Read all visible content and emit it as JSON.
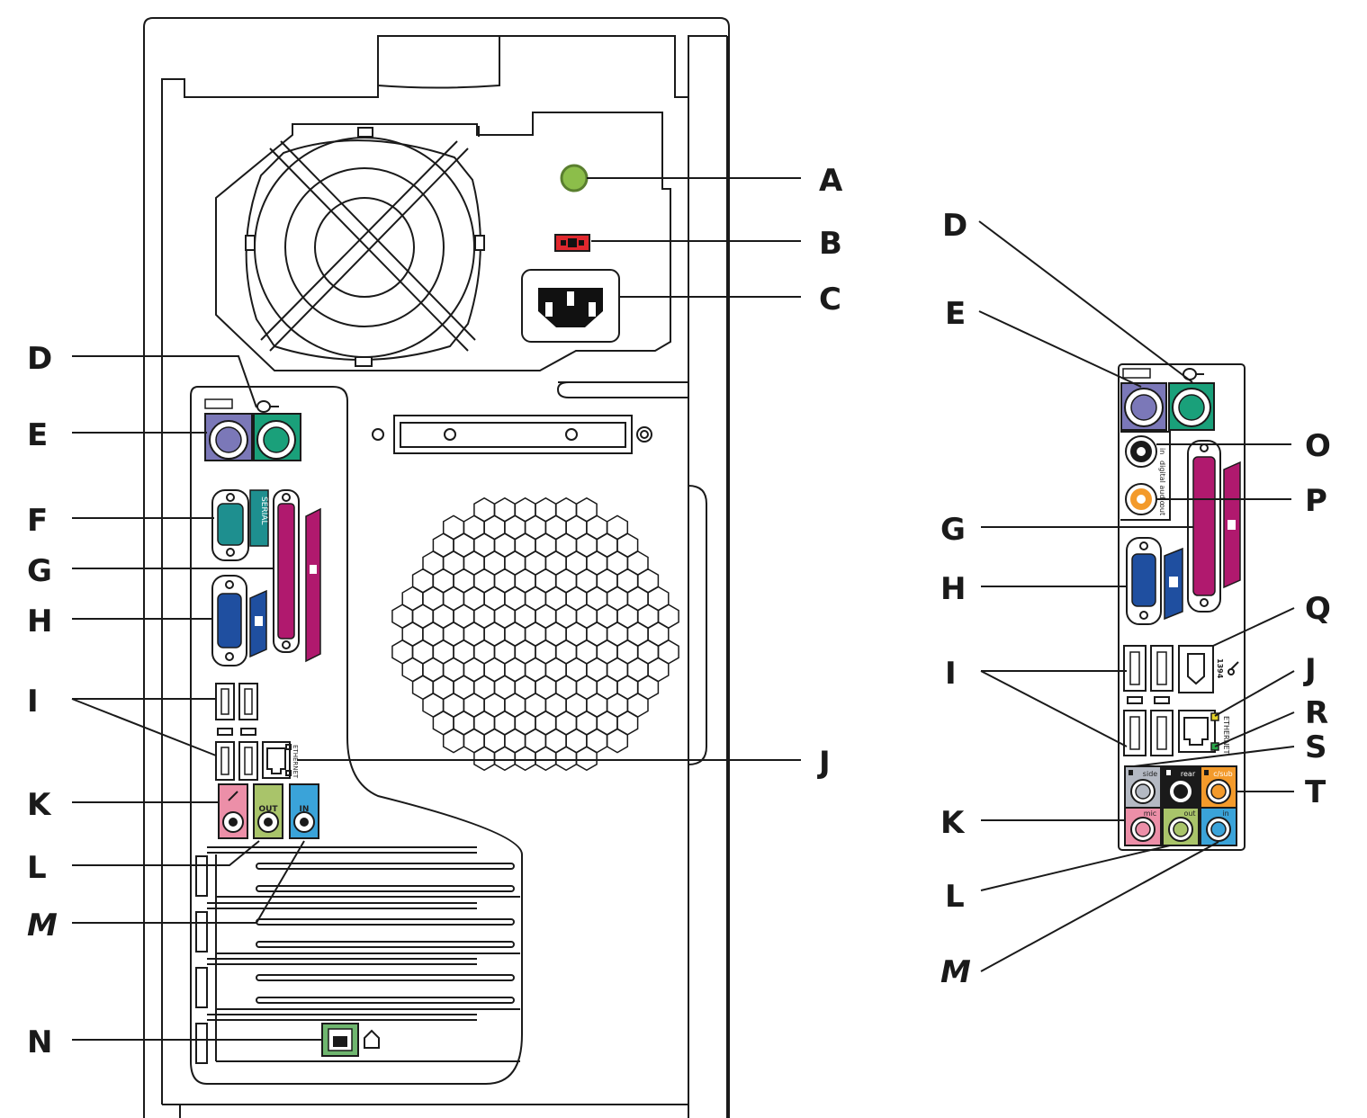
{
  "callouts_left": {
    "A": "A",
    "B": "B",
    "C": "C",
    "D": "D",
    "E": "E",
    "F": "F",
    "G": "G",
    "H": "H",
    "I": "I",
    "J": "J",
    "K": "K",
    "L": "L",
    "M": "M",
    "N": "N"
  },
  "callouts_right": {
    "D": "D",
    "E": "E",
    "O": "O",
    "P": "P",
    "G": "G",
    "H": "H",
    "Q": "Q",
    "I": "I",
    "J": "J",
    "R": "R",
    "S": "S",
    "T": "T",
    "K": "K",
    "L": "L",
    "M": "M"
  },
  "port_text": {
    "serial": "SERIAL",
    "ethernet": "ETHERNET",
    "audio_out": "OUT",
    "audio_in": "IN",
    "digital_audio_in": "in",
    "digital_audio_label": "digital audio",
    "digital_audio_out": "out",
    "firewire": "1394",
    "jack_side": "side",
    "jack_rear": "rear",
    "jack_csub": "c/sub",
    "jack_mic": "mic",
    "jack_out": "out",
    "jack_in": "in"
  },
  "colors": {
    "keyboard_purple": "#7b78b8",
    "mouse_green": "#1aa07a",
    "serial_teal": "#1e8f8f",
    "parallel_magenta": "#b0196e",
    "vga_blue": "#1f4fa0",
    "mic_pink": "#ec8fa8",
    "line_out_green": "#a9c46a",
    "line_in_blue": "#3aa3d9",
    "power_led_green": "#8cbe4a",
    "voltage_red": "#e0282e",
    "spdif_orange": "#f39a2b",
    "side_gray": "#b4b9c3",
    "rear_black": "#1a1a1a",
    "modem_green": "#6fb66f"
  }
}
